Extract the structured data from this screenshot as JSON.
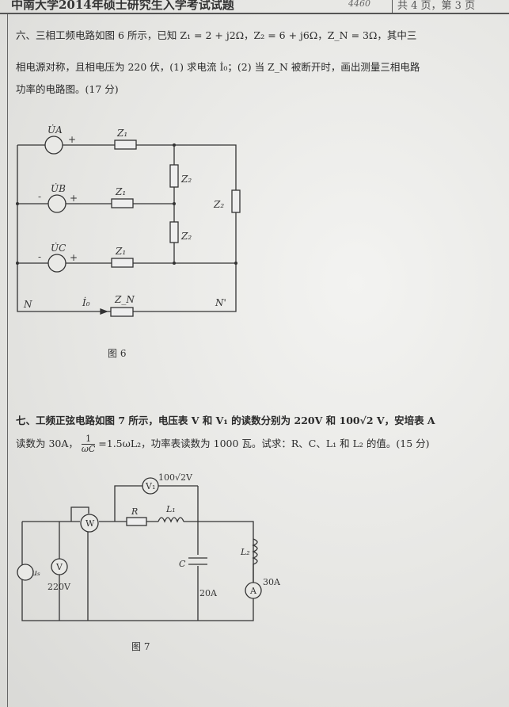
{
  "header": {
    "title": "中南大学2014年硕士研究生入学考试试题",
    "code": "4460",
    "page_info": "共 4 页，第 3 页"
  },
  "q6": {
    "line1": "六、三相工频电路如图 6 所示，已知 Z₁ = 2 + j2Ω，Z₂ = 6 + j6Ω，Z_N = 3Ω，其中三",
    "line2": "相电源对称，且相电压为 220 伏，(1) 求电流 İ₀；(2) 当 Z_N 被断开时，画出测量三相电路",
    "line3": "功率的电路图。(17 分)",
    "figure": {
      "caption": "图 6",
      "ua": "U̇A",
      "ub": "U̇B",
      "uc": "U̇C",
      "z1": "Z₁",
      "z2": "Z₂",
      "zn": "Z_N",
      "i0": "İ₀",
      "n": "N",
      "np": "N'",
      "plus": "+",
      "minus": "-"
    }
  },
  "q7": {
    "line1": "七、工频正弦电路如图 7 所示，电压表 V 和 V₁ 的读数分别为 220V 和 100√2 V，安培表 A",
    "line2_a": "读数为 30A，",
    "frac_num": "1",
    "frac_den": "ωC",
    "line2_b": "=1.5ωL₂，功率表读数为 1000 瓦。试求：R、C、L₁ 和 L₂ 的值。(15 分)",
    "figure": {
      "caption": "图 7",
      "us": "uₛ",
      "v": "V",
      "v1": "V₁",
      "w": "W",
      "a": "A",
      "r": "R",
      "l1": "L₁",
      "l2": "L₂",
      "c": "C",
      "note_v1": "100√2V",
      "note_v": "220V",
      "note_c": "20A",
      "note_a": "30A"
    }
  }
}
